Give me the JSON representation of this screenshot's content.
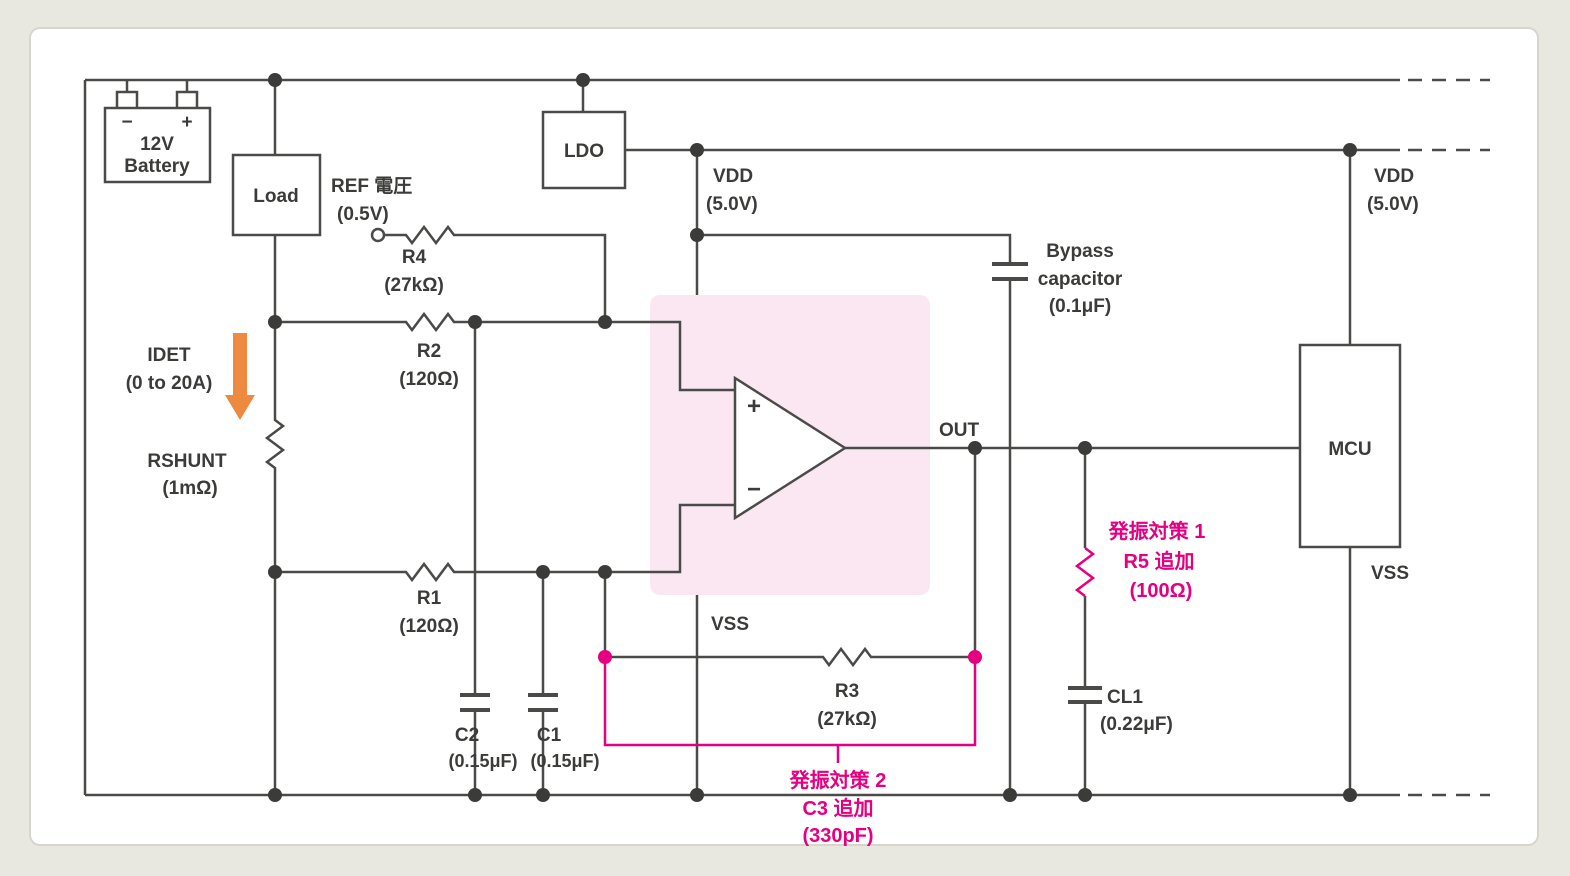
{
  "colors": {
    "wire": "#4a4a48",
    "text": "#3b3b39",
    "accent_magenta": "#e50081",
    "opamp_highlight": "#fbe7f2",
    "arrow_orange": "#ee8a40",
    "canvas": "#e9e8e0",
    "panel": "#ffffff"
  },
  "components": {
    "battery": {
      "terminal_minus": "−",
      "terminal_plus": "+",
      "line1": "12V",
      "line2": "Battery"
    },
    "load": {
      "label": "Load"
    },
    "ldo": {
      "label": "LDO"
    },
    "ref": {
      "line1": "REF 電圧",
      "line2": "(0.5V)"
    },
    "idet": {
      "line1": "IDET",
      "line2": "(0 to 20A)"
    },
    "rshunt": {
      "line1": "RSHUNT",
      "line2": "(1mΩ)"
    },
    "r1": {
      "line1": "R1",
      "line2": "(120Ω)"
    },
    "r2": {
      "line1": "R2",
      "line2": "(120Ω)"
    },
    "r3": {
      "line1": "R3",
      "line2": "(27kΩ)"
    },
    "r4": {
      "line1": "R4",
      "line2": "(27kΩ)"
    },
    "c1": {
      "line1": "C1",
      "line2": "(0.15μF)"
    },
    "c2": {
      "line1": "C2",
      "line2": "(0.15μF)"
    },
    "bypass_cap": {
      "line1": "Bypass",
      "line2": "capacitor",
      "line3": "(0.1μF)"
    },
    "cl1": {
      "line1": "CL1",
      "line2": "(0.22μF)"
    },
    "opamp": {
      "input_plus": "+",
      "input_minus": "−",
      "vss": "VSS"
    },
    "vdd_opamp": {
      "line1": "VDD",
      "line2": "(5.0V)"
    },
    "vdd_mcu": {
      "line1": "VDD",
      "line2": "(5.0V)"
    },
    "out": {
      "label": "OUT"
    },
    "mcu": {
      "label": "MCU",
      "vss": "VSS"
    }
  },
  "annotations": {
    "osc_note1": {
      "line1": "発振対策 1",
      "line2": "R5 追加",
      "line3": "(100Ω)"
    },
    "osc_note2": {
      "line1": "発振対策 2",
      "line2": "C3 追加",
      "line3": "(330pF)"
    }
  }
}
